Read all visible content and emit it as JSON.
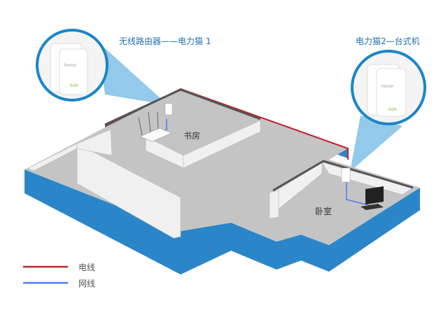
{
  "labels": {
    "router_powercat1": "无线路由器——电力猫 1",
    "powercat2_desktop": "电力猫2—台式机"
  },
  "rooms": {
    "study": "书房",
    "bedroom": "卧室"
  },
  "legend": [
    {
      "label": "电线",
      "color": "#c0222b"
    },
    {
      "label": "网线",
      "color": "#4b7bf0"
    }
  ],
  "device_logo": "honor",
  "colors": {
    "slab_side": "#2a86c8",
    "floor": "#c4c4c4",
    "callout": "#1a86c8"
  }
}
